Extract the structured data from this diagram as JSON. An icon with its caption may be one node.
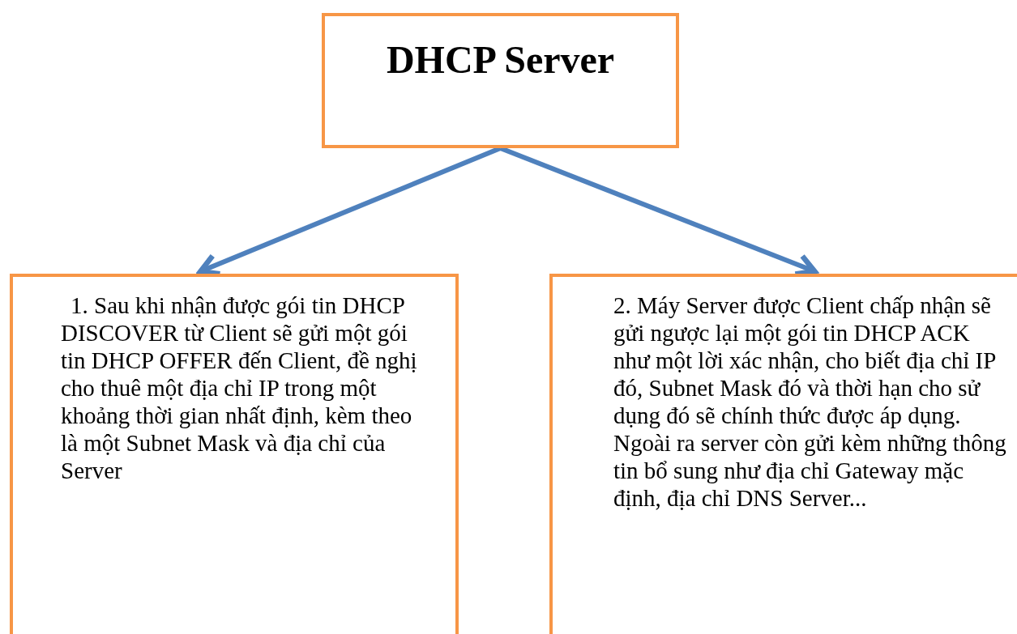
{
  "diagram": {
    "nodes": [
      {
        "text": [
          "DHCP Server"
        ]
      },
      {
        "text": [
          "1. Sau khi nhận được gói tin DHCP DISCOVER từ Client sẽ gửi một gói tin DHCP OFFER đến Client, đề nghị cho thuê một địa chỉ IP trong một khoảng thời gian nhất định, kèm theo là một Subnet Mask và địa chỉ của Server"
        ]
      },
      {
        "text": [
          "2. Máy Server được Client chấp nhận sẽ gửi ngược lại một gói tin DHCP ACK như một lời xác nhận, cho biết địa chỉ IP đó, Subnet Mask đó và thời hạn cho sử dụng đó sẽ chính thức được áp dụng. Ngoài ra server còn gửi kèm những thông tin bổ sung như địa chỉ Gateway mặc định, địa chỉ DNS Server..."
        ]
      }
    ],
    "edges": [
      {
        "from": 0,
        "to": 1,
        "arrow": "to"
      },
      {
        "from": 0,
        "to": 2,
        "arrow": "to"
      }
    ]
  }
}
